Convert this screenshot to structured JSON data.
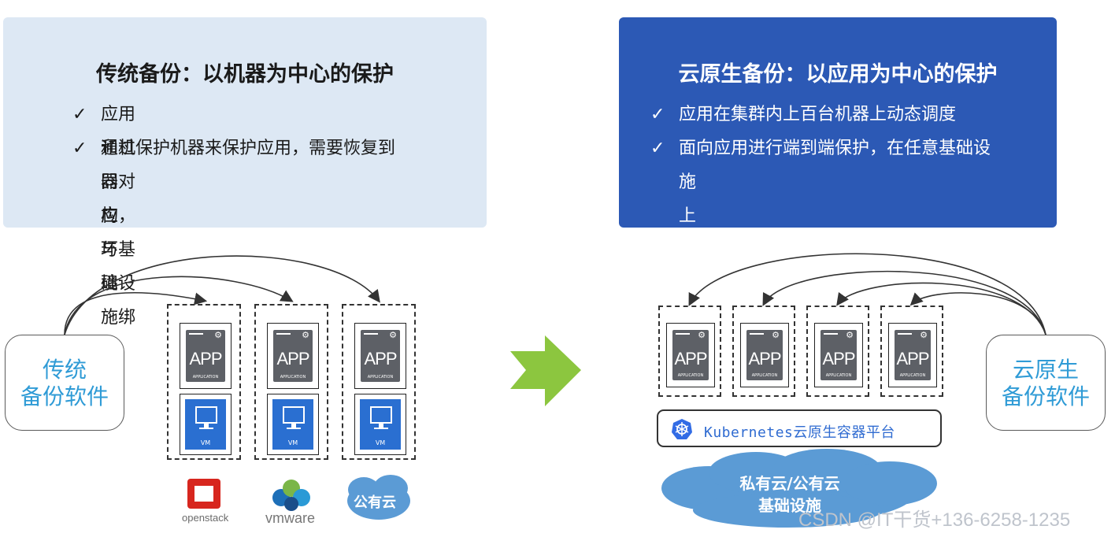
{
  "left_panel": {
    "title": "传统备份：以机器为中心的保护",
    "bullets": [
      "应用和机器对应，与基础设施绑定",
      "通过保护机器来保护应用，需要恢复到",
      "同构环境"
    ]
  },
  "right_panel": {
    "title": "云原生备份：以应用为中心的保护",
    "bullets": [
      "应用在集群内上百台机器上动态调度",
      "面向应用进行端到端保护，在任意基础设",
      "施上恢复"
    ]
  },
  "check_mark": "✓",
  "left_software": {
    "line1": "传统",
    "line2": "备份软件"
  },
  "right_software": {
    "line1": "云原生",
    "line2": "备份软件"
  },
  "app_card": {
    "label": "APP",
    "sub": "APPLICATION"
  },
  "vm_card": {
    "label": "VM"
  },
  "platforms": {
    "openstack": "openstack",
    "vmware": "vmware",
    "public_cloud": "公有云"
  },
  "k8s_label": "Kubernetes云原生容器平台",
  "cloud_infra": {
    "line1": "私有云/公有云",
    "line2": "基础设施"
  },
  "watermark": "CSDN @IT干货+136-6258-1235",
  "colors": {
    "light_panel": "#dde8f4",
    "blue_panel": "#2c59b5",
    "accent": "#2f9bd6",
    "arrow": "#8cc63f",
    "cloud": "#5b9bd5"
  }
}
